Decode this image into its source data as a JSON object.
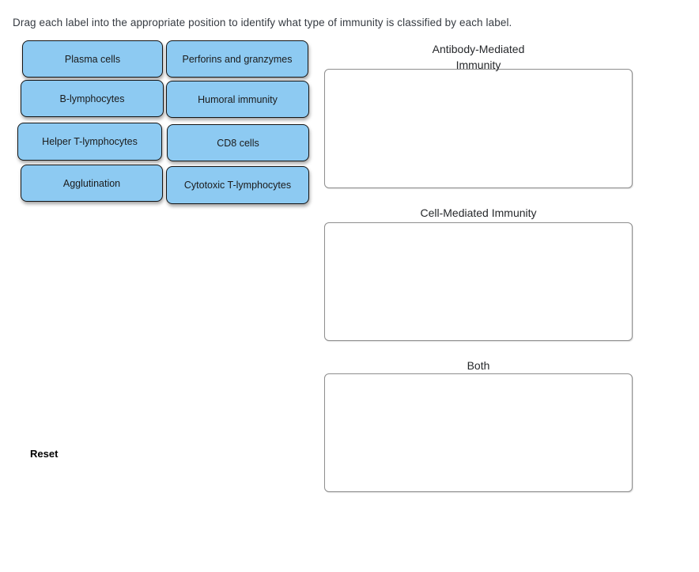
{
  "instruction": "Drag each label into the appropriate position to identify what type of immunity is classified by each label.",
  "drag_labels": [
    {
      "text": "Plasma cells"
    },
    {
      "text": "Perforins and granzymes"
    },
    {
      "text": "B-lymphocytes"
    },
    {
      "text": "Humoral immunity"
    },
    {
      "text": "Helper T-lymphocytes"
    },
    {
      "text": "CD8 cells"
    },
    {
      "text": "Agglutination"
    },
    {
      "text": "Cytotoxic T-lymphocytes"
    }
  ],
  "drop_zones": [
    {
      "title": "Antibody-Mediated\nImmunity"
    },
    {
      "title": "Cell-Mediated Immunity"
    },
    {
      "title": "Both"
    }
  ],
  "reset_button": "Reset",
  "colors": {
    "label_fill": "#8dcaf2",
    "label_border": "#141414",
    "label_text": "#1b1b1b",
    "zone_border": "#8e8e8e"
  }
}
